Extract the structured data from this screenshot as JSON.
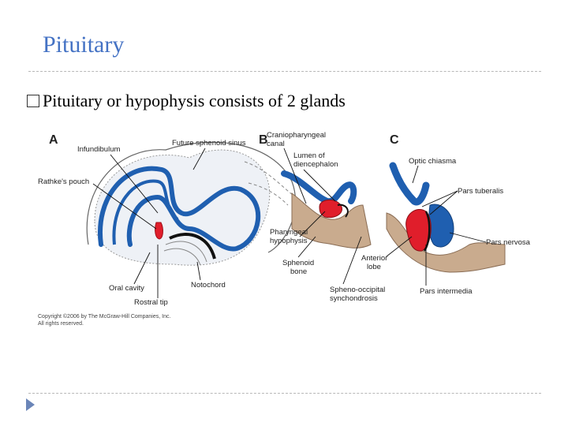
{
  "slide": {
    "title": "Pituitary",
    "bullet": "Pituitary or hypophysis consists of 2 glands"
  },
  "figure": {
    "panels": [
      "A",
      "B",
      "C"
    ],
    "labels_a": {
      "infundibulum": "Infundibulum",
      "future_sphenoid_sinus": "Future sphenoid sinus",
      "rathkes_pouch": "Rathke's pouch",
      "oral_cavity": "Oral cavity",
      "notochord": "Notochord",
      "rostral_tip": "Rostral tip"
    },
    "labels_b": {
      "craniopharyngeal_canal_1": "Craniopharyngeal",
      "craniopharyngeal_canal_2": "canal",
      "lumen_1": "Lumen of",
      "lumen_2": "diencephalon",
      "pharyngeal_hypophysis_1": "Pharyngeal",
      "pharyngeal_hypophysis_2": "hypophysis",
      "sphenoid_bone_1": "Sphenoid",
      "sphenoid_bone_2": "bone",
      "spheno_occipital_1": "Spheno-occipital",
      "spheno_occipital_2": "synchondrosis"
    },
    "labels_c": {
      "optic_chiasma": "Optic chiasma",
      "pars_tuberalis": "Pars tuberalis",
      "pars_nervosa": "Pars nervosa",
      "anterior_lobe_1": "Anterior",
      "anterior_lobe_2": "lobe",
      "pars_intermedia": "Pars intermedia"
    },
    "copyright_1": "Copyright ©2006 by The McGraw-Hill Companies, Inc.",
    "copyright_2": "All rights reserved."
  },
  "colors": {
    "title": "#4472c4",
    "neural_blue": "#1f5fb0",
    "glandular_red": "#e01e2b",
    "bone_tan": "#c9ab8e",
    "nav_arrow": "#6b86b8"
  }
}
